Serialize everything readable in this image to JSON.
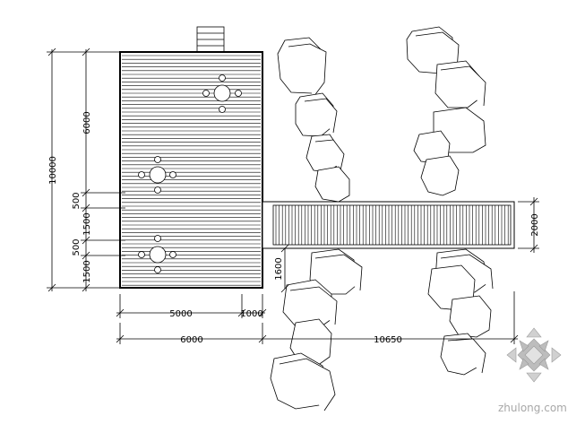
{
  "dimensions": {
    "left_total": "10000",
    "left_upper": "6000",
    "left_gap_top": "500",
    "left_mid": "1500",
    "left_gap_bottom": "500",
    "left_bottom": "1500",
    "bottom_inner": "5000",
    "bottom_small": "1000",
    "bottom_total": "6000",
    "bridge_length": "10650",
    "bridge_width": "2000",
    "bridge_offset": "1600"
  },
  "watermark": {
    "text": "zhulong.com"
  },
  "colors": {
    "line": "#000000",
    "watermark": "#a8a8a8"
  }
}
